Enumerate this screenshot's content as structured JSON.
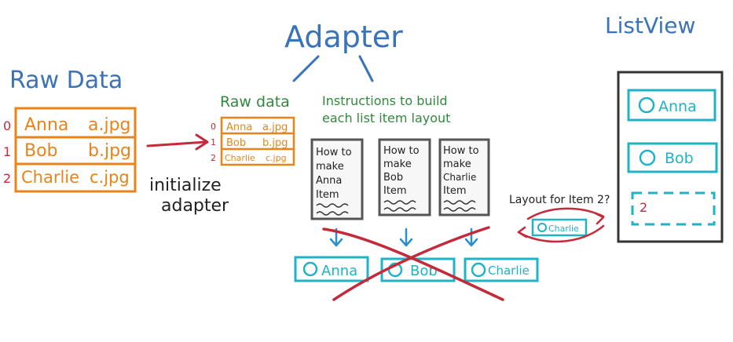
{
  "title": "Adapter",
  "raw_data_label": "Raw Data",
  "list_view_label": "ListView",
  "raw_rows": [
    {
      "index": "0",
      "name": "Anna",
      "file": "a.jpg"
    },
    {
      "index": "1",
      "name": "Bob",
      "file": "b.jpg"
    },
    {
      "index": "2",
      "name": "Charlie",
      "file": "c.jpg"
    }
  ],
  "init_label_1": "initialize",
  "init_label_2": "adapter",
  "adapter_raw_label": "Raw data",
  "instructions_1": "Instructions to build",
  "instructions_2": "each list item layout",
  "cards": [
    {
      "l1": "How to",
      "l2": "make",
      "l3": "Anna",
      "l4": "Item"
    },
    {
      "l1": "How to",
      "l2": "make",
      "l3": "Bob",
      "l4": "Item"
    },
    {
      "l1": "How to",
      "l2": "make",
      "l3": "Charlie",
      "l4": "Item"
    }
  ],
  "layout_question": "Layout for Item 2?",
  "charlie_small": "Charlie",
  "bottom_items": [
    "Anna",
    "Bob",
    "Charlie"
  ],
  "listview_items": [
    "Anna",
    "Bob"
  ],
  "listview_empty_index": "2",
  "colors": {
    "blue": "#3b73b8",
    "green": "#2f8a3c",
    "orange": "#e8841a",
    "teal": "#1fb3c6",
    "red": "#c42a3a",
    "black": "#222222"
  }
}
